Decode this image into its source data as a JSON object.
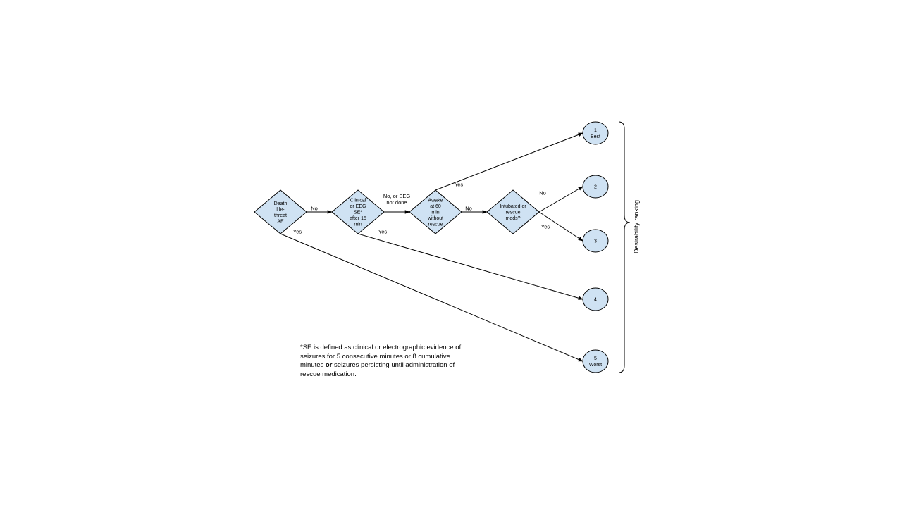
{
  "decisions": [
    {
      "id": "death",
      "lines": [
        "Death",
        "life-",
        "threat",
        "AE"
      ]
    },
    {
      "id": "se",
      "lines": [
        "Clinical",
        "or EEG",
        "SE*",
        "after 15",
        "min"
      ]
    },
    {
      "id": "awake",
      "lines": [
        "Awake",
        "at 60",
        "min",
        "without",
        "rescue"
      ]
    },
    {
      "id": "intubated",
      "lines": [
        "Intubated or",
        "rescue",
        "meds?"
      ]
    }
  ],
  "outcomes": [
    {
      "id": "rank1",
      "lines": [
        "1",
        "Best"
      ]
    },
    {
      "id": "rank2",
      "lines": [
        "2"
      ]
    },
    {
      "id": "rank3",
      "lines": [
        "3"
      ]
    },
    {
      "id": "rank4",
      "lines": [
        "4"
      ]
    },
    {
      "id": "rank5",
      "lines": [
        "5",
        "Worst"
      ]
    }
  ],
  "edges": [
    {
      "from": "death",
      "to": "se",
      "label": [
        "No"
      ]
    },
    {
      "from": "se",
      "to": "awake",
      "label": [
        "No, or EEG",
        "not done"
      ]
    },
    {
      "from": "awake",
      "to": "intubated",
      "label": [
        "No"
      ]
    },
    {
      "from": "awake",
      "to": "rank1",
      "label": [
        "Yes"
      ]
    },
    {
      "from": "intubated",
      "to": "rank2",
      "label": [
        "No"
      ]
    },
    {
      "from": "intubated",
      "to": "rank3",
      "label": [
        "Yes"
      ]
    },
    {
      "from": "se",
      "to": "rank4",
      "label": [
        "Yes"
      ]
    },
    {
      "from": "death",
      "to": "rank5",
      "label": [
        "Yes"
      ]
    }
  ],
  "ranking_label": "Desirability ranking",
  "footnote": {
    "part1": "*SE is defined as clinical or electrographic evidence of seizures for 5 consecutive minutes or 8 cumulative minutes ",
    "bold": "or",
    "part2": " seizures persisting until administration of rescue medication."
  }
}
